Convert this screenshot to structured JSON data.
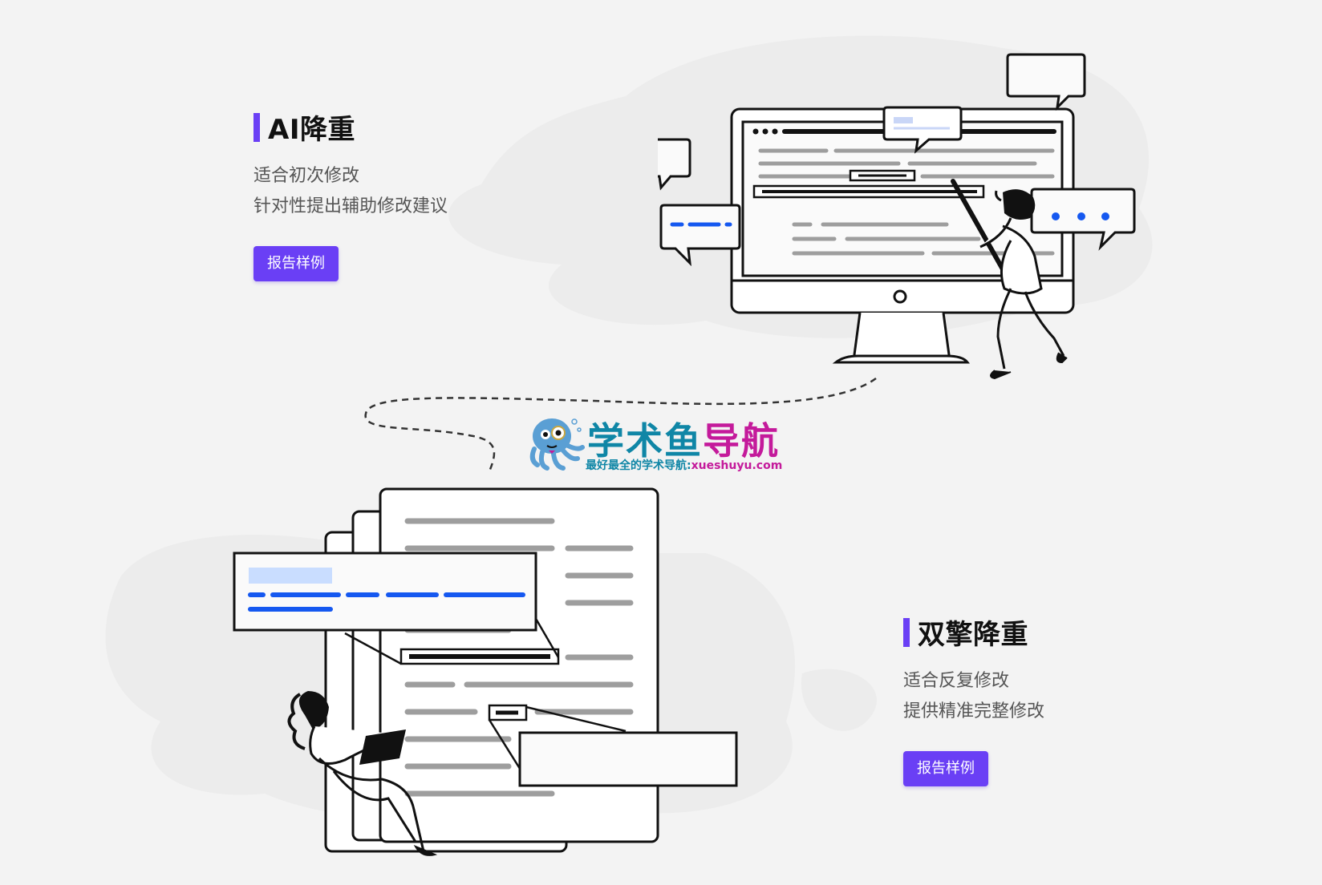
{
  "features": [
    {
      "title": "AI降重",
      "lines": [
        "适合初次修改",
        "针对性提出辅助修改建议"
      ],
      "button_label": "报告样例"
    },
    {
      "title": "双擎降重",
      "lines": [
        "适合反复修改",
        "提供精准完整修改"
      ],
      "button_label": "报告样例"
    }
  ],
  "watermark": {
    "name_part1": "学术鱼",
    "name_part2": "导航",
    "tagline": "最好最全的学术导航:",
    "domain": "xueshuyu.com"
  },
  "colors": {
    "accent": "#6a3ff5",
    "background": "#f3f3f3",
    "highlight_blue": "#1558f0",
    "logo_teal": "#0f86a6",
    "logo_magenta": "#c41a9b"
  }
}
